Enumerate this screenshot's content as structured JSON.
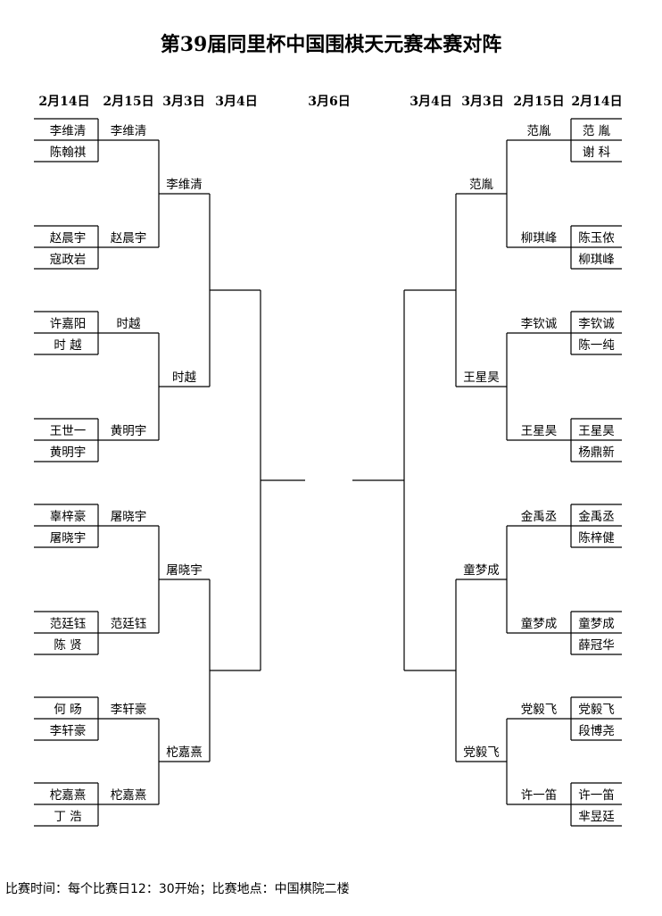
{
  "title": "第39届同里杯中国围棋天元赛本赛对阵",
  "rounds": {
    "left": [
      "2月14日",
      "2月15日",
      "3月3日",
      "3月4日"
    ],
    "final": "3月6日",
    "right": [
      "3月4日",
      "3月3日",
      "2月15日",
      "2月14日"
    ]
  },
  "left": {
    "r1": [
      [
        "李维清",
        "陈翰祺"
      ],
      [
        "赵晨宇",
        "寇政岩"
      ],
      [
        "许嘉阳",
        "时 越"
      ],
      [
        "王世一",
        "黄明宇"
      ],
      [
        "辜梓豪",
        "屠晓宇"
      ],
      [
        "范廷钰",
        "陈 贤"
      ],
      [
        "何 旸",
        "李轩豪"
      ],
      [
        "柁嘉熹",
        "丁 浩"
      ]
    ],
    "r2": [
      "李维清",
      "赵晨宇",
      "时越",
      "黄明宇",
      "屠晓宇",
      "范廷钰",
      "李轩豪",
      "柁嘉熹"
    ],
    "r3": [
      "李维清",
      "时越",
      "屠晓宇",
      "柁嘉熹"
    ]
  },
  "right": {
    "r1": [
      [
        "范 胤",
        "谢 科"
      ],
      [
        "陈玉侬",
        "柳琪峰"
      ],
      [
        "李钦诚",
        "陈一纯"
      ],
      [
        "王星昊",
        "杨鼎新"
      ],
      [
        "金禹丞",
        "陈梓健"
      ],
      [
        "童梦成",
        "薛冠华"
      ],
      [
        "党毅飞",
        "段博尧"
      ],
      [
        "许一笛",
        "芈昱廷"
      ]
    ],
    "r2": [
      "范胤",
      "柳琪峰",
      "李钦诚",
      "王星昊",
      "金禹丞",
      "童梦成",
      "党毅飞",
      "许一笛"
    ],
    "r3": [
      "范胤",
      "王星昊",
      "童梦成",
      "党毅飞"
    ]
  },
  "footer": "比赛时间：每个比赛日12：30开始；比赛地点：中国棋院二楼"
}
